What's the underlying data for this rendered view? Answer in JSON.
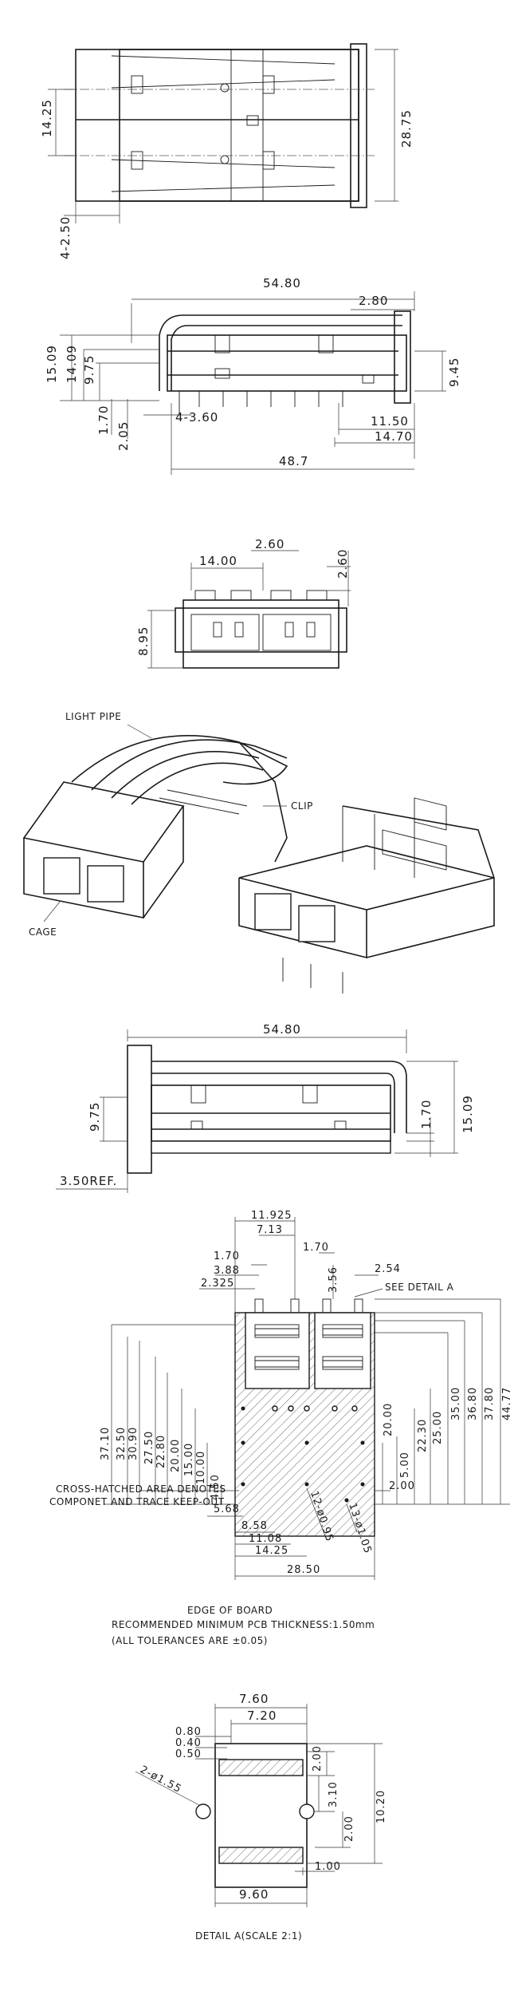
{
  "view1": {
    "dims": [
      "14.25",
      "28.75",
      "4-2.50"
    ]
  },
  "view2": {
    "dims": [
      "54.80",
      "2.80",
      "15.09",
      "14.09",
      "9.75",
      "9.45",
      "1.70",
      "2.05",
      "4-3.60",
      "11.50",
      "14.70",
      "48.7"
    ]
  },
  "view3": {
    "dims": [
      "14.00",
      "2.60",
      "2.60",
      "8.95"
    ]
  },
  "view4": {
    "labels": [
      "LIGHT PIPE",
      "CLIP",
      "CAGE"
    ]
  },
  "view5": {
    "dims": [
      "54.80",
      "9.75",
      "1.70",
      "15.09",
      "3.50REF."
    ]
  },
  "view6": {
    "top_dims": [
      "11.925",
      "7.13",
      "1.70",
      "1.70",
      "3.88",
      "2.325",
      "3.56",
      "2.54"
    ],
    "see_detail": "SEE DETAIL A",
    "left_dims": [
      "37.10",
      "32.50",
      "30.90",
      "27.50",
      "22.80",
      "20.00",
      "15.00",
      "10.00",
      "4.50"
    ],
    "right_dims": [
      "44.77",
      "37.80",
      "36.80",
      "35.00",
      "25.00",
      "22.30",
      "20.00",
      "5.00",
      "2.00"
    ],
    "bottom_dims": [
      "5.68",
      "8.58",
      "11.08",
      "14.25",
      "28.50"
    ],
    "hole_dims": [
      "12-ø0.95",
      "13-ø1.05"
    ],
    "keepout_note_1": "CROSS-HATCHED AREA DENOTES",
    "keepout_note_2": "COMPONET AND TRACE KEEP-OUT",
    "edge_label": "EDGE OF BOARD",
    "pcb_note": "RECOMMENDED MINIMUM PCB THICKNESS:1.50mm",
    "tol_note": "(ALL TOLERANCES ARE ±0.05)"
  },
  "detail": {
    "dims": [
      "7.60",
      "7.20",
      "0.80",
      "0.40",
      "0.50",
      "2.00",
      "3.10",
      "2.00",
      "10.20",
      "1.00",
      "9.60",
      "2-ø1.55"
    ],
    "title": "DETAIL A(SCALE 2:1)"
  }
}
